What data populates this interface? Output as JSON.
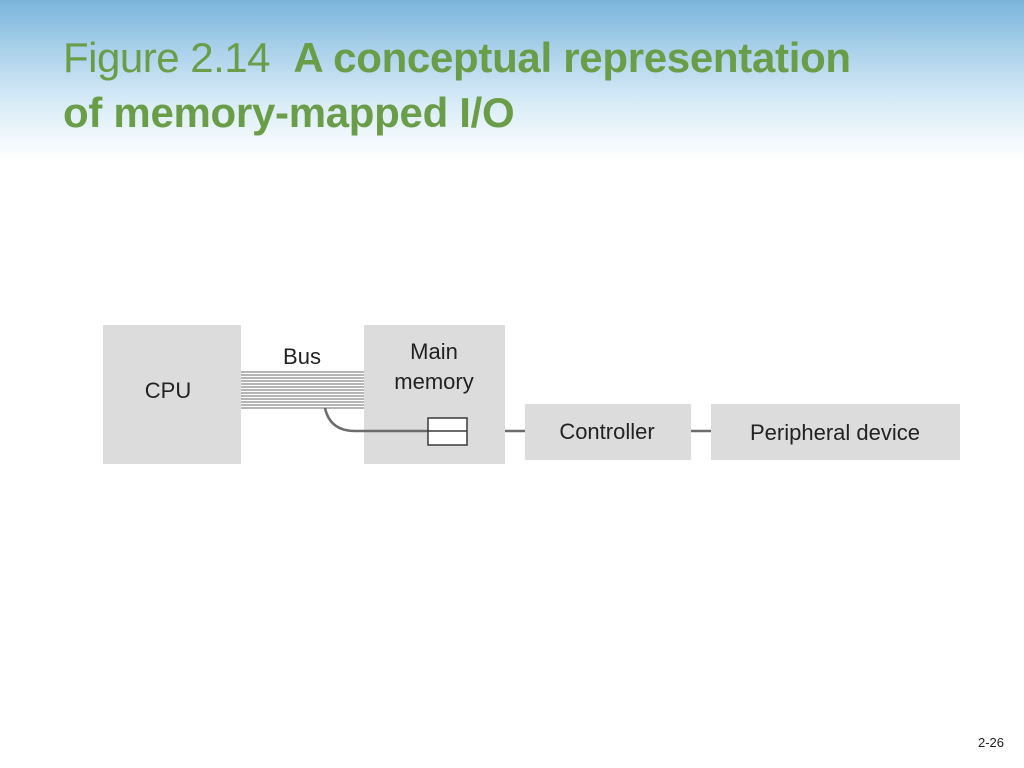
{
  "title": {
    "prefix": "Figure 2.14",
    "main_line1": "A conceptual representation",
    "main_line2": "of memory-mapped I/O"
  },
  "diagram": {
    "cpu_label": "CPU",
    "bus_label": "Bus",
    "main_memory_label_line1": "Main",
    "main_memory_label_line2": "memory",
    "controller_label": "Controller",
    "peripheral_label": "Peripheral device"
  },
  "colors": {
    "title_green": "#6a9d48",
    "box_fill": "#dcdcdc",
    "wire": "#6b6b6b",
    "header_blue": "#7ab4db"
  },
  "footer": {
    "page_number": "2-26"
  }
}
